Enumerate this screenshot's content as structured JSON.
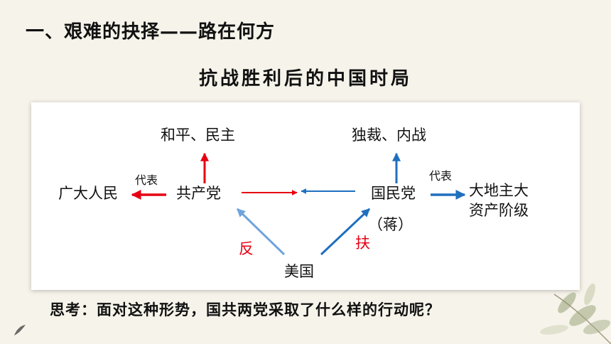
{
  "heading": "一、艰难的抉择——路在何方",
  "subtitle": "抗战胜利后的中国时局",
  "diagram": {
    "peace": "和平、民主",
    "dictatorship": "独裁、内战",
    "people": "广大人民",
    "represent_left": "代表",
    "ccp": "共产党",
    "kmt": "国民党",
    "chiang": "（蒋）",
    "represent_right": "代表",
    "landlords_line1": "大地主大",
    "landlords_line2": "资产阶级",
    "oppose": "反",
    "support": "扶",
    "usa": "美国"
  },
  "colors": {
    "red": "#e60012",
    "blue": "#1f6fbf",
    "light_blue": "#6fa3dc"
  },
  "question": "思考：面对这种形势，国共两党采取了什么样的行动呢？"
}
